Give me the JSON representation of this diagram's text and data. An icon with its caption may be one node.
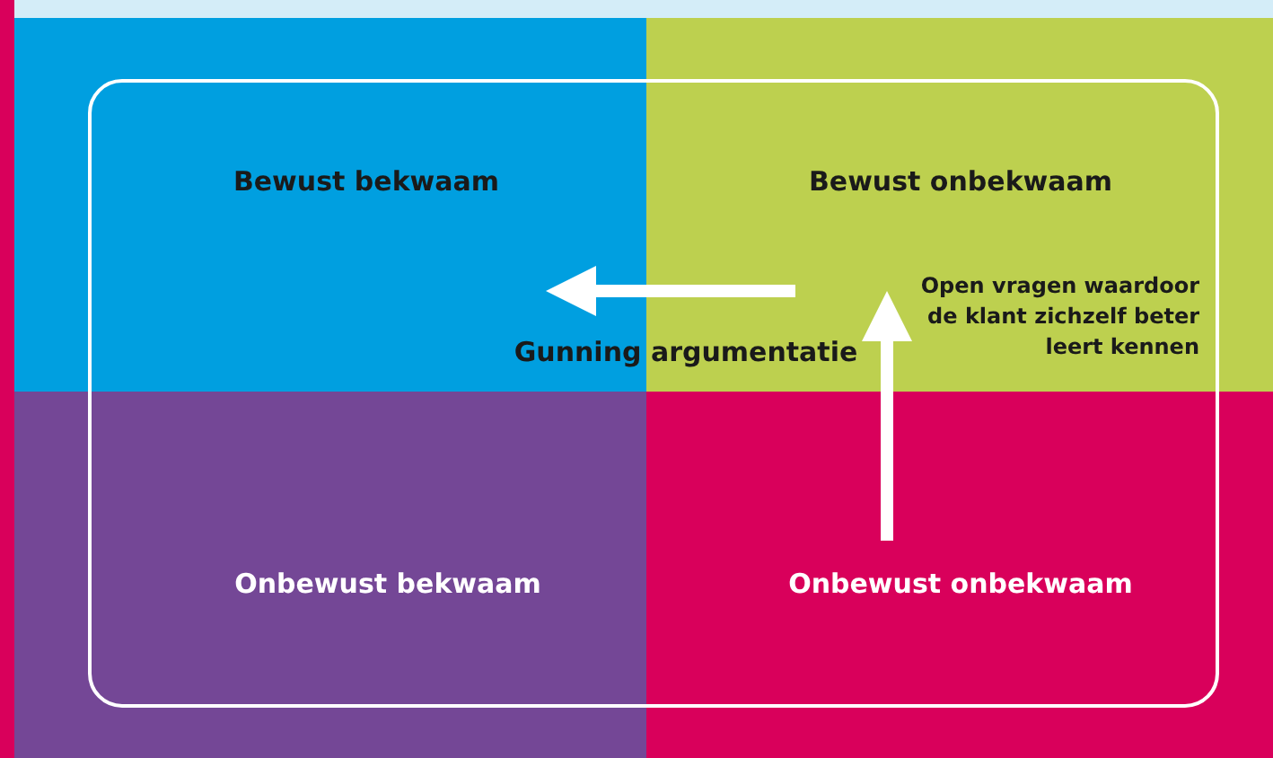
{
  "diagram": {
    "nodes": [
      {
        "text": [
          "Bewust bekwaam"
        ]
      },
      {
        "text": [
          "Bewust onbekwaam"
        ]
      },
      {
        "text": [
          "Onbewust bekwaam"
        ]
      },
      {
        "text": [
          "Onbewust onbekwaam"
        ]
      }
    ],
    "edges": [
      {
        "from": 1,
        "to": 0,
        "arrow": "to",
        "label": "Gunning argumentatie"
      },
      {
        "from": 3,
        "to": 1,
        "arrow": "to",
        "label": "Open vragen waardoor de klant zichzelf beter leert kennen"
      }
    ]
  }
}
